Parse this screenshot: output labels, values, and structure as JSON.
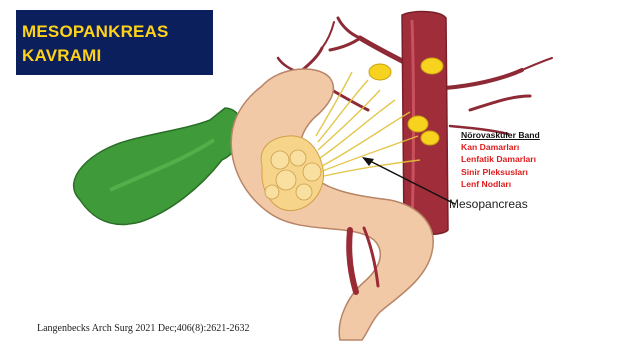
{
  "title": {
    "line1": "MESOPANKREAS",
    "line2": "KAVRAMI"
  },
  "legend": {
    "heading": "Nörovasküler Band",
    "items": [
      "Kan Damarları",
      "Lenfatik Damarları",
      "Sinir Pleksusları",
      "Lenf Nodları"
    ]
  },
  "pointer_label": "Mesopancreas",
  "citation": "Langenbecks Arch Surg 2021 Dec;406(8):2621-2632",
  "colors": {
    "title_bg": "#0a1f5c",
    "title_text": "#ffd21a",
    "legend_items": "#e01b1b",
    "pancreas": "#f1c9a6",
    "gallbladder": "#3f9a3a",
    "vessel": "#9a2b36",
    "fat": "#f4c440"
  }
}
